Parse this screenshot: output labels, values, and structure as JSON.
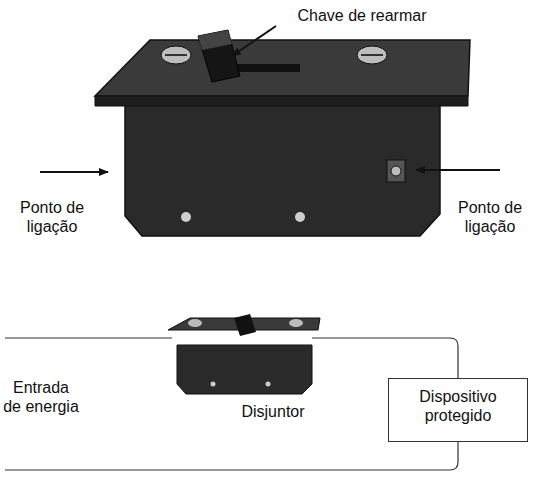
{
  "diagram": {
    "nodes": [
      {
        "text": [
          "Dispositivo protegido"
        ]
      }
    ],
    "labels": [
      "Chave de rearmar",
      "Ponto de ligação",
      "Ponto de ligação",
      "Entrada de energia",
      "Disjuntor"
    ]
  }
}
